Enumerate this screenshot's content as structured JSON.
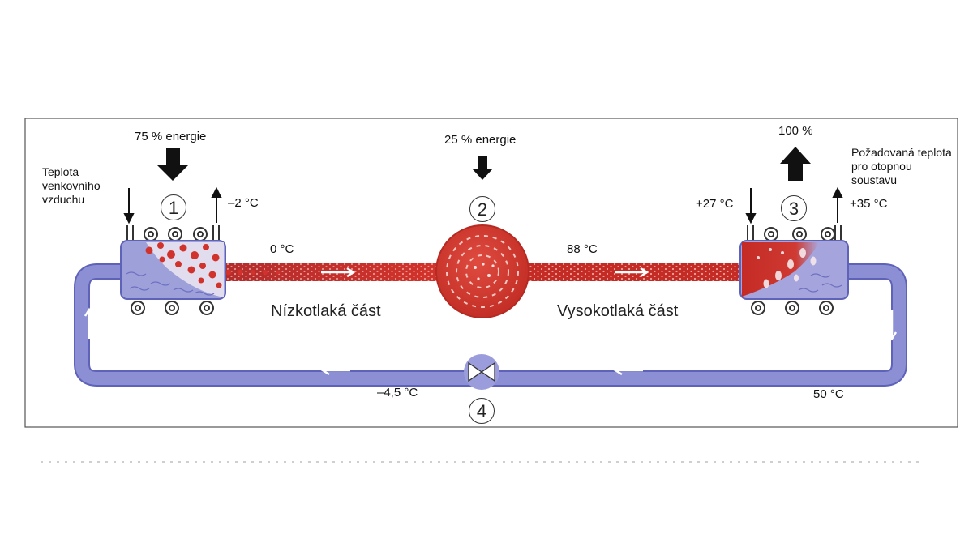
{
  "labels": {
    "outdoor_air_temp": "Teplota venkovního vzduchu",
    "energy_75": "75 % energie",
    "energy_25": "25 % energie",
    "energy_100": "100 %",
    "required_temp": "Požadovaná teplota pro otopnou soustavu",
    "temp_evap_out": "–2 °C",
    "temp_suction": "0 °C",
    "temp_discharge": "88 °C",
    "temp_cond_in": "+27 °C",
    "temp_cond_out": "+35 °C",
    "temp_after_valve": "–4,5 °C",
    "temp_before_valve": "50 °C",
    "low_pressure": "Nízkotlaká část",
    "high_pressure": "Vysokotlaká část"
  },
  "components": {
    "evaporator_number": "1",
    "compressor_number": "2",
    "condenser_number": "3",
    "expansion_valve_number": "4"
  },
  "colors": {
    "pipe_blue": "#8d8fd4",
    "refrigerant_red": "#cc2b24",
    "frame_border": "#555555",
    "arrow_black": "#111111"
  }
}
